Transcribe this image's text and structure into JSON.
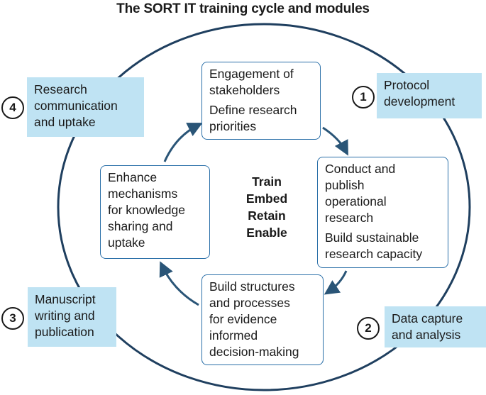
{
  "title": "The SORT IT training cycle and modules",
  "center_words": [
    "Train",
    "Embed",
    "Retain",
    "Enable"
  ],
  "modules": [
    {
      "number": "1",
      "lines": [
        "Protocol",
        "development"
      ]
    },
    {
      "number": "2",
      "lines": [
        "Data capture",
        "and analysis"
      ]
    },
    {
      "number": "3",
      "lines": [
        "Manuscript",
        "writing and",
        "publication"
      ]
    },
    {
      "number": "4",
      "lines": [
        "Research",
        "communication",
        "and uptake"
      ]
    }
  ],
  "cycle_boxes": {
    "top": {
      "p1": [
        "Engagement of",
        "stakeholders"
      ],
      "p2": [
        "Define research",
        "priorities"
      ]
    },
    "right": {
      "p1": [
        "Conduct and",
        "publish",
        "operational",
        "research"
      ],
      "p2": [
        "Build sustainable",
        "research capacity"
      ]
    },
    "bottom": {
      "p1": [
        "Build structures",
        "and processes",
        "for evidence",
        "informed",
        "decision-making"
      ]
    },
    "left": {
      "p1": [
        "Enhance",
        "mechanisms",
        "for knowledge",
        "sharing and",
        "uptake"
      ]
    }
  },
  "colors": {
    "module_fill": "#bfe3f3",
    "box_border": "#2a6fa8",
    "arrow": "#2a5577",
    "circle": "#1f3f5f"
  }
}
